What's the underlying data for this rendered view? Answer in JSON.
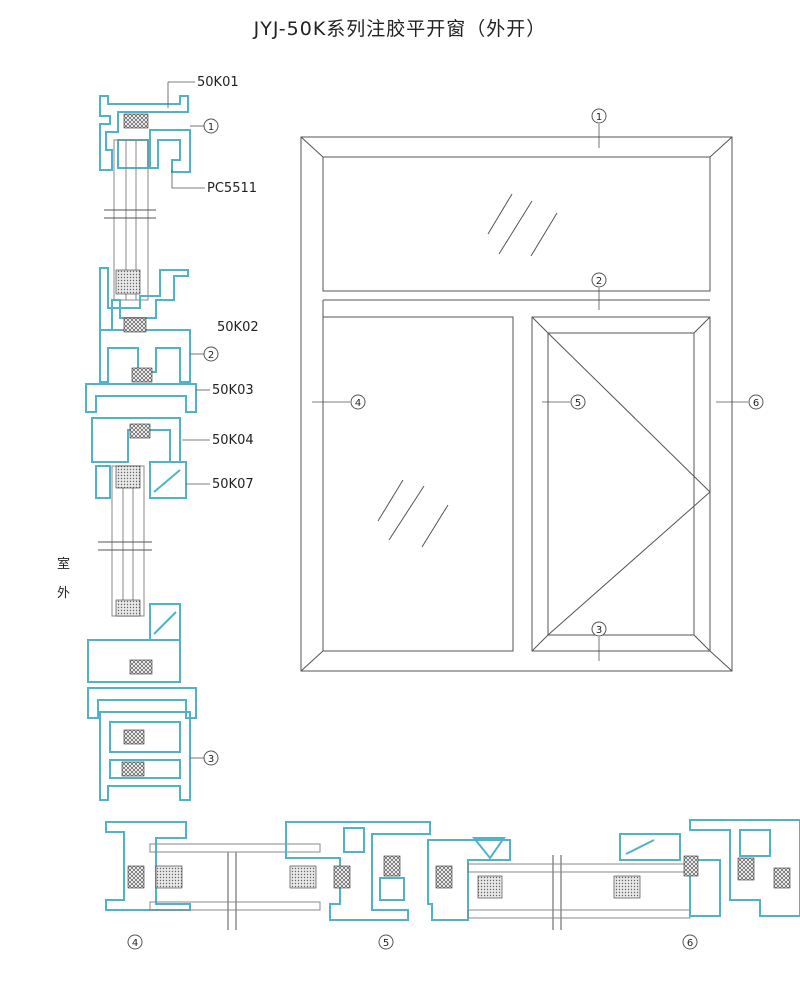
{
  "title": "JYJ-50K系列注胶平开窗（外开）",
  "side_label": [
    "室",
    "外"
  ],
  "part_codes": [
    "50K01",
    "PC5511",
    "50K02",
    "50K03",
    "50K04",
    "50K07"
  ],
  "callouts": [
    "1",
    "2",
    "3",
    "4",
    "5",
    "6"
  ],
  "colors": {
    "profile": "#4fb3cc",
    "line": "#555555",
    "text": "#222222"
  }
}
